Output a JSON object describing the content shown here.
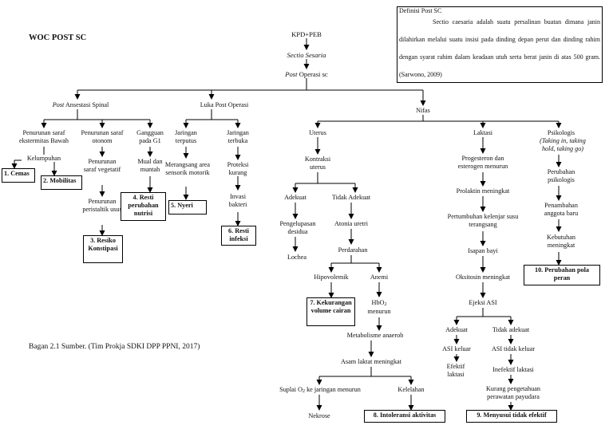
{
  "title": "WOC POST SC",
  "definition": {
    "title": "Definisi Post SC",
    "text": "Sectio caesaria adalah suatu persalinan buatan dimana janin dilahirkan melalui suatu insisi pada dinding depan perut dan dinding rahim dengan syarat rahim dalam keadaan utuh serta berat janin di atas 500 gram. (Sarwono, 2009)"
  },
  "source": "Bagan 2.1 Sumber. (Tim Prokja SDKI DPP PPNI, 2017)",
  "top": {
    "kpd": "KPD+PEB",
    "sectio": "Sectio Sesaria",
    "post_word": "Post",
    "post_rest": " Operasi sc"
  },
  "branches": {
    "anestesi": {
      "italic": "Post",
      "rest": " Ansestasi Spinal"
    },
    "luka": "Luka Post Operasi",
    "nifas": "Nifas"
  },
  "anestesi": {
    "saraf_bawah": "Penurunan saraf ekstermitas Bawah",
    "kelumpuhan": "Kelumpuhan",
    "saraf_otonom": "Penurunan saraf otonom",
    "saraf_vegetatif": "Penurunan saraf vegetatif",
    "peristaltik": "Penurunan peristaltik usus",
    "gangguan_g1": "Gangguan pada G1",
    "mual": "Mual dan muntah"
  },
  "luka": {
    "jaringan_terputus": "Jaringan terputus",
    "merangsang": "Merangsang area sensorik motorik",
    "jaringan_terbuka": "Jaringan terbuka",
    "proteksi": "Proteksi kurang",
    "invasi": "Invasi bakteri"
  },
  "uterus": {
    "label": "Uterus",
    "kontraksi": "Kontraksi uterus",
    "adekuat": "Adekuat",
    "tidak_adekuat": "Tidak Adekuat",
    "pengelupasan": "Pengelupasan desidua",
    "lochea": "Lochea",
    "atonia": "Atonia uretri",
    "perdarahan": "Perdarahan",
    "hipovolemik": "Hipovolemik",
    "anemi": "Anemi",
    "hbo2_main": "HbO",
    "hbo2_sub": "2",
    "hbo2_rest": "menurun",
    "metabolisme": "Metabolisme anaerob",
    "asam_laktat": "Asam laktat meningkat",
    "suplai_pre": "Suplai O",
    "suplai_sub": "2",
    "suplai_post": " ke jaringan menurun",
    "nekrose": "Nekrose",
    "kelelahan": "Kelelahan"
  },
  "laktasi": {
    "label": "Laktasi",
    "progesteron": "Progesteron dan esterogen menurun",
    "prolaktin": "Prolaktin meningkat",
    "pertumbuhan": "Pertumbuhan kelenjar susu terangsang",
    "isapan": "Isapan bayi",
    "oksitosin": "Oksitosin meningkat",
    "ejeksi": "Ejeksi ASI",
    "adekuat": "Adekuat",
    "tidak_adekuat": "Tidak adekuat",
    "asi_keluar": "ASI keluar",
    "asi_tidak_keluar": "ASI tidak keluar",
    "efektif": "Efektif laktasi",
    "inefektif": "Inefektif laktasi",
    "kurang_pengetahuan": "Kurang pengetahuan perawatan payudara"
  },
  "psikologis": {
    "label": "Psikologis",
    "phases": "(Taking in, taking hold, taking go)",
    "perubahan": "Perubahan psikologis",
    "penambahan": "Penambahan anggota baru",
    "kebutuhan": "Kebutuhan meningkat"
  },
  "diagnoses": {
    "d1": "1. Cemas",
    "d2": "2. Mobilitas",
    "d3": "3. Resiko Konstipasi",
    "d4": "4. Resti perubahan nutrisi",
    "d5": "5. Nyeri",
    "d6": "6. Resti infeksi",
    "d7": "7. Kekurangan volume cairan",
    "d8": "8. Intoleransi aktivitas",
    "d9": "9. Menyusui tidak efektif",
    "d10": "10. Perubahan pola peran"
  }
}
